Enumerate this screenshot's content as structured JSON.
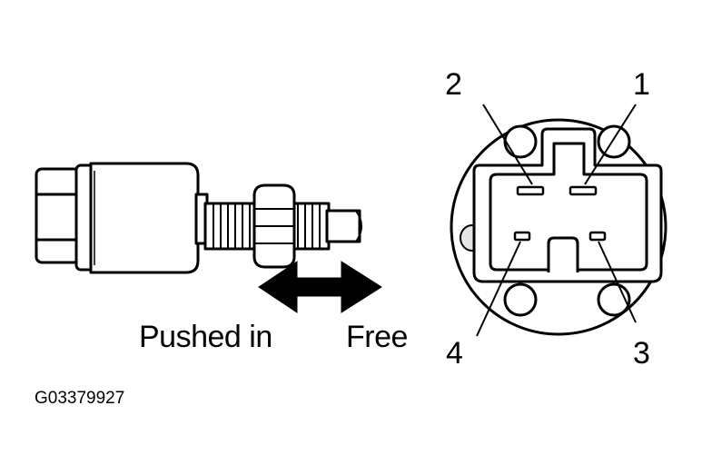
{
  "figure_code": "G03379927",
  "motion": {
    "left_label": "Pushed in",
    "right_label": "Free"
  },
  "pins": [
    "1",
    "2",
    "3",
    "4"
  ],
  "colors": {
    "ink": "#000000",
    "paper": "#ffffff",
    "shade": "#e6e6e6"
  }
}
